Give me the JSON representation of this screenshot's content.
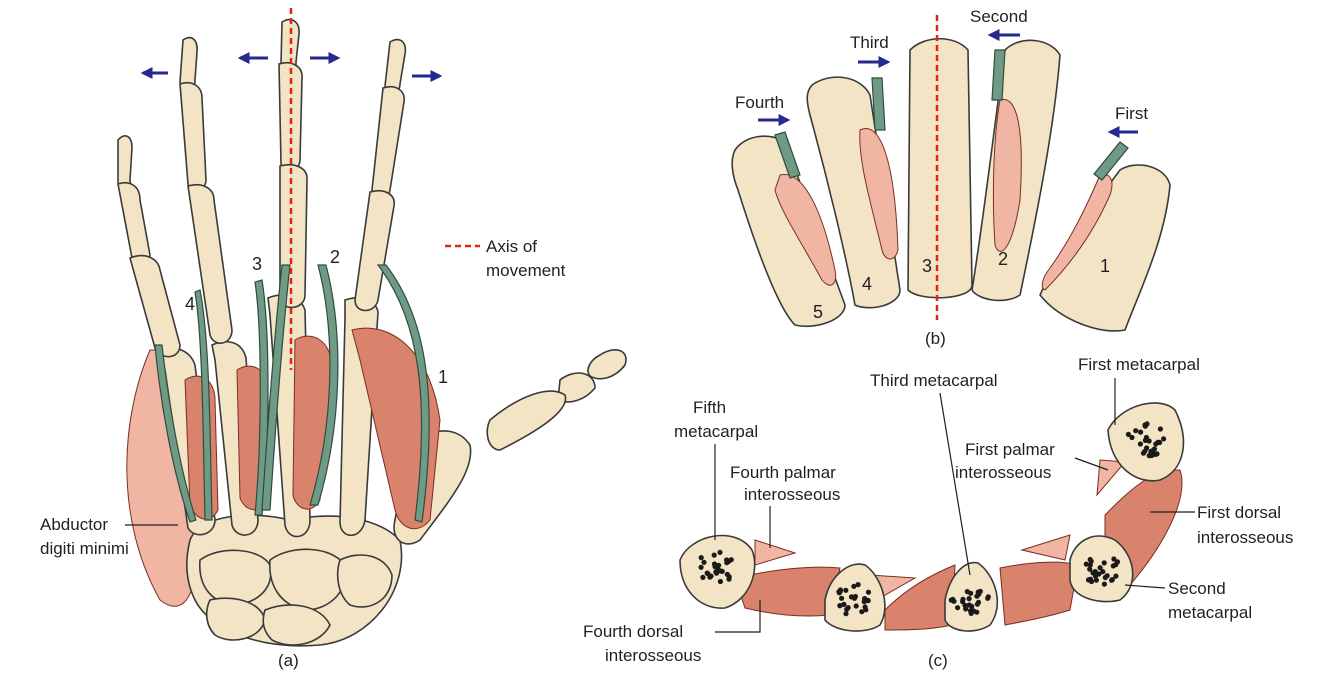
{
  "panel_a": {
    "caption": "(a)",
    "legend_axis": "Axis of",
    "legend_axis_2": "movement",
    "abductor_1": "Abductor",
    "abductor_2": "digiti minimi",
    "n1": "1",
    "n2": "2",
    "n3": "3",
    "n4": "4"
  },
  "panel_b": {
    "caption": "(b)",
    "first": "First",
    "second": "Second",
    "third": "Third",
    "fourth": "Fourth",
    "n1": "1",
    "n2": "2",
    "n3": "3",
    "n4": "4",
    "n5": "5"
  },
  "panel_c": {
    "caption": "(c)",
    "first_metacarpal": "First metacarpal",
    "third_metacarpal": "Third metacarpal",
    "fifth_1": "Fifth",
    "fifth_2": "metacarpal",
    "fourth_palmar_1": "Fourth palmar",
    "fourth_palmar_2": "interosseous",
    "first_palmar_1": "First palmar",
    "first_palmar_2": "interosseous",
    "first_dorsal_1": "First dorsal",
    "first_dorsal_2": "interosseous",
    "second_meta_1": "Second",
    "second_meta_2": "metacarpal",
    "fourth_dorsal_1": "Fourth dorsal",
    "fourth_dorsal_2": "interosseous"
  },
  "colors": {
    "bone": "#f2e4c4",
    "muscle": "#d9826c",
    "tendon": "#6f9a85",
    "axis": "#e2231a",
    "arrow": "#26298e"
  }
}
